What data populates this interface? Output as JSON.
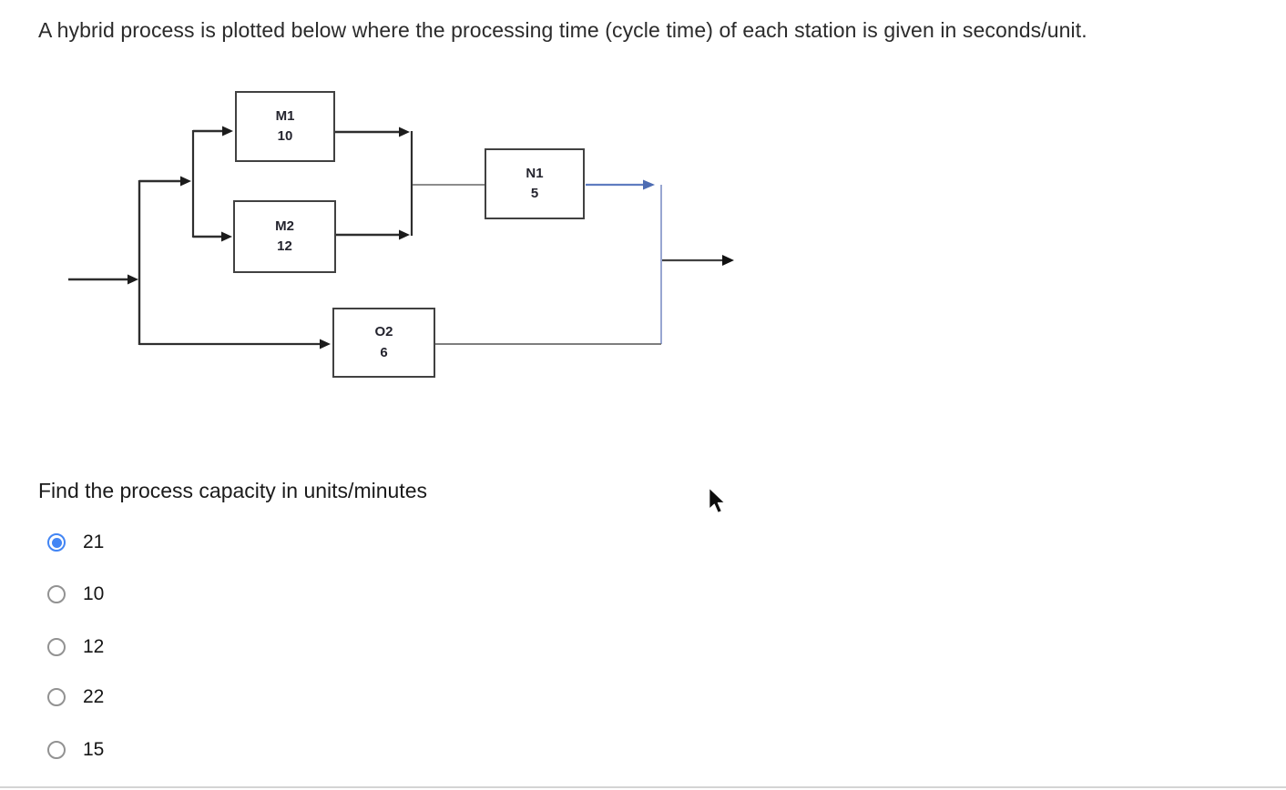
{
  "title": "A hybrid process is plotted below where the processing time (cycle time) of each station is given in seconds/unit.",
  "diagram": {
    "stations": [
      {
        "name": "M1",
        "time": "10"
      },
      {
        "name": "M2",
        "time": "12"
      },
      {
        "name": "N1",
        "time": "5"
      },
      {
        "name": "O2",
        "time": "6"
      }
    ]
  },
  "question": {
    "text": "Find the process capacity in units/minutes",
    "options": [
      {
        "label": "21",
        "selected": true
      },
      {
        "label": "10",
        "selected": false
      },
      {
        "label": "12",
        "selected": false
      },
      {
        "label": "22",
        "selected": false
      },
      {
        "label": "15",
        "selected": false
      }
    ],
    "selected_option": "21"
  },
  "colors": {
    "flow_line": "#2e2e2e",
    "highlight_line": "#5f7cc0",
    "radio_selected": "#4285f4"
  }
}
